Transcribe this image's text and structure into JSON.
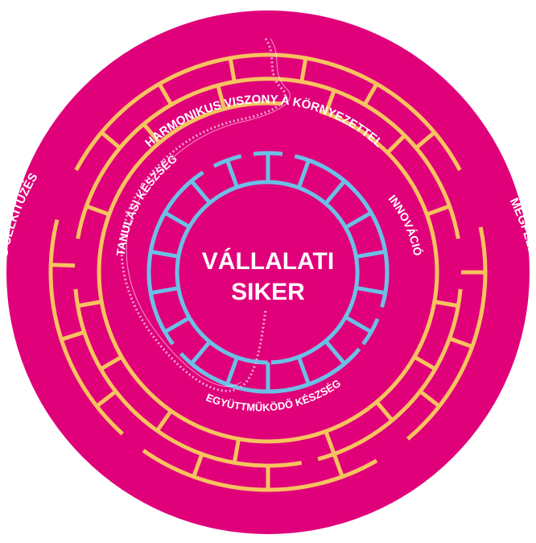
{
  "center": {
    "line1": "VÁLLALATI",
    "line2": "SIKER"
  },
  "labels": {
    "top": "HARMONIKUS VISZONY A KÖRNYEZETTEL",
    "left": "HELYES CÉLKITŰZÉS",
    "right": "MEGFELELŐ STRATÉGIA",
    "inner_top_left": "TANULÁSI KÉSZSÉG",
    "inner_right": "INNOVÁCIÓ",
    "inner_bottom": "EGYÜTTMŰKÖDŐ KÉSZSÉG"
  },
  "colors": {
    "background": "#e0007a",
    "outer_rings": "#f7c35f",
    "inner_ring": "#6cc0e5",
    "text": "#ffffff",
    "path": "#f4a6d0"
  }
}
